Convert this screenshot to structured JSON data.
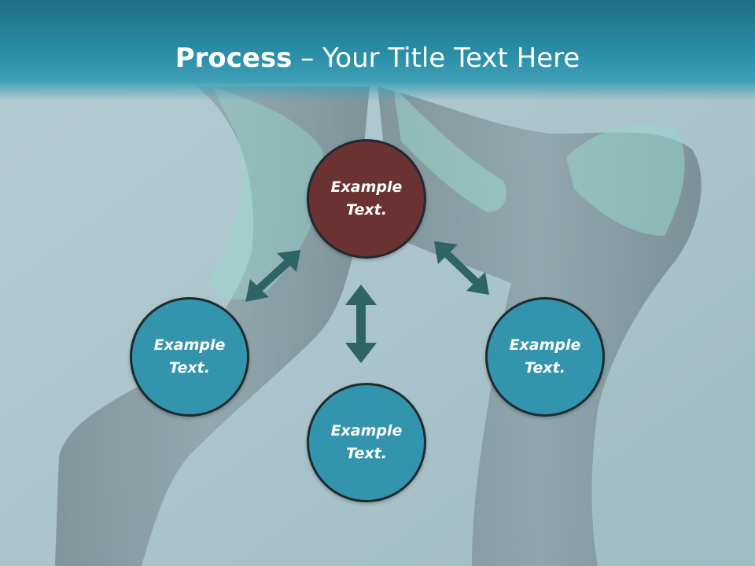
{
  "slide": {
    "title_bold": "Process",
    "title_rest": " – Your Title Text Here"
  },
  "nodes": {
    "top": "Example Text.",
    "left": "Example Text.",
    "bottom": "Example Text.",
    "right": "Example Text."
  },
  "colors": {
    "title_bar": "#2b8fa8",
    "center_node": "#6b3232",
    "outer_node": "#3395ad",
    "arrow": "#2f6464",
    "background": "#a9c3c9"
  }
}
